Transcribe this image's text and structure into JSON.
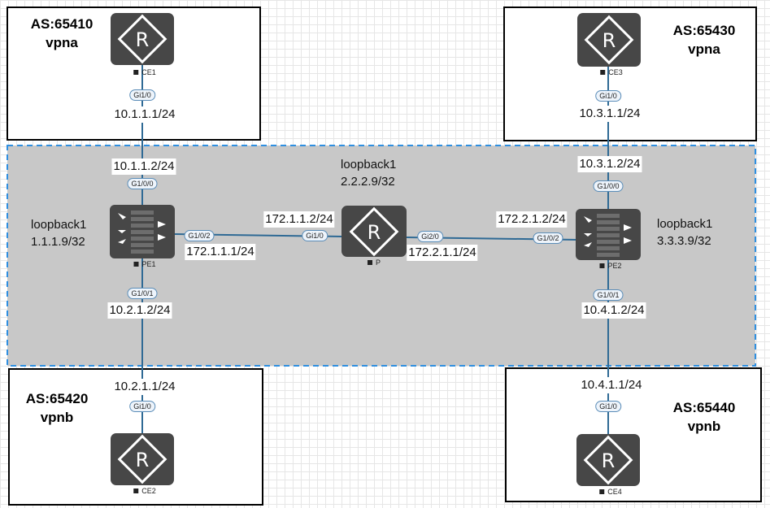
{
  "colors": {
    "link": "#2f6a95",
    "device": "#474747",
    "backbone_fill": "#c8c8c8",
    "backbone_border": "#2f8fe0"
  },
  "sites": [
    {
      "as": "AS:65410",
      "vpn": "vpna"
    },
    {
      "as": "AS:65430",
      "vpn": "vpna"
    },
    {
      "as": "AS:65420",
      "vpn": "vpnb"
    },
    {
      "as": "AS:65440",
      "vpn": "vpnb"
    }
  ],
  "devices": {
    "ce1": {
      "name": "CE1",
      "icon": "router-icon"
    },
    "ce2": {
      "name": "CE2",
      "icon": "router-icon"
    },
    "ce3": {
      "name": "CE3",
      "icon": "router-icon"
    },
    "ce4": {
      "name": "CE4",
      "icon": "router-icon"
    },
    "pe1": {
      "name": "PE1",
      "icon": "firewall-router-icon"
    },
    "pe2": {
      "name": "PE2",
      "icon": "firewall-router-icon"
    },
    "p": {
      "name": "P",
      "icon": "router-icon"
    }
  },
  "ports": {
    "ce1": "Gi1/0",
    "ce3": "Gi1/0",
    "ce2": "Gi1/0",
    "ce4": "Gi1/0",
    "pe1_up": "G1/0/0",
    "pe1_right": "G1/0/2",
    "pe1_down": "G1/0/1",
    "p_left": "Gi1/0",
    "p_right": "Gi2/0",
    "pe2_up": "G1/0/0",
    "pe2_left": "G1/0/2",
    "pe2_down": "G1/0/1"
  },
  "ips": {
    "ce1": "10.1.1.1/24",
    "pe1_up": "10.1.1.2/24",
    "ce3": "10.3.1.1/24",
    "pe2_up": "10.3.1.2/24",
    "pe1_right": "172.1.1.1/24",
    "p_left": "172.1.1.2/24",
    "p_right": "172.2.1.1/24",
    "pe2_left": "172.2.1.2/24",
    "pe1_down": "10.2.1.2/24",
    "ce2": "10.2.1.1/24",
    "pe2_down": "10.4.1.2/24",
    "ce4": "10.4.1.1/24"
  },
  "loopbacks": {
    "pe1": {
      "name": "loopback1",
      "ip": "1.1.1.9/32"
    },
    "p": {
      "name": "loopback1",
      "ip": "2.2.2.9/32"
    },
    "pe2": {
      "name": "loopback1",
      "ip": "3.3.3.9/32"
    }
  }
}
